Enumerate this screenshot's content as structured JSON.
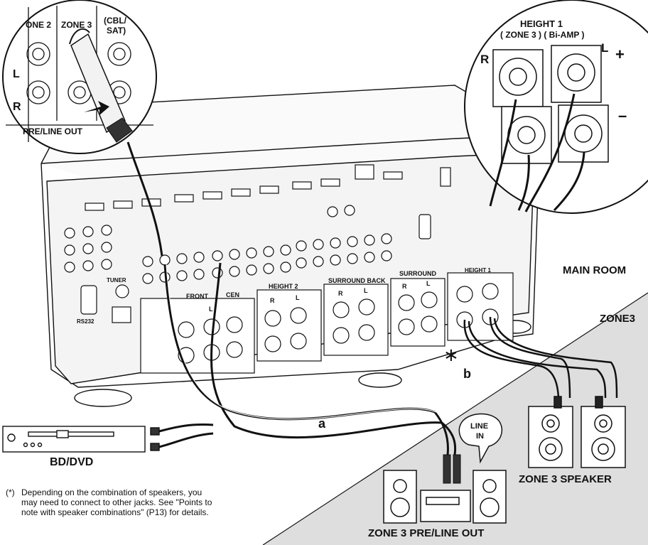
{
  "labels": {
    "main_room": "MAIN ROOM",
    "zone3": "ZONE3",
    "height1": "HEIGHT 1",
    "height1_sub": "( ZONE 3 ) ( Bi-AMP )",
    "zoom_r": "R",
    "zoom_l": "L",
    "zoom_plus": "+",
    "zoom_minus": "–",
    "zone2_jack": "ONE 2",
    "zone3_jack": "ZONE 3",
    "cbl_sat": "(CBL/",
    "cbl_sat2": "SAT)",
    "jack_l": "L",
    "jack_r": "R",
    "pre_line_out": "PRE/LINE OUT",
    "cable_a": "a",
    "cable_b": "b",
    "asterisk": "∗",
    "bd_dvd": "BD/DVD",
    "line_in": "LINE",
    "line_in2": "IN",
    "zone3_speaker": "ZONE 3 SPEAKER",
    "zone3_preout": "ZONE 3 PRE/LINE OUT",
    "tuner": "TUNER",
    "rs232": "RS232",
    "surround_back": "SURROUND BACK",
    "surround": "SURROUND",
    "height2": "HEIGHT 2",
    "front": "FRONT",
    "center": "CEN",
    "height1_small": "HEIGHT 1",
    "sb_r": "R",
    "sb_l": "L",
    "h2_r": "R",
    "h2_l": "L",
    "sur_r": "R",
    "sur_l": "L",
    "fr_l": "L"
  },
  "footnote": {
    "mark": "(*)",
    "line1": "Depending on the combination of speakers, you",
    "line2": "may need to connect to other jacks. See \"Points to",
    "line3": "note with speaker combinations\" (P13) for details."
  },
  "colors": {
    "line": "#111111",
    "zone_bg": "#dedede",
    "panel": "#f4f4f4",
    "cable_dark": "#1a1a1a"
  }
}
